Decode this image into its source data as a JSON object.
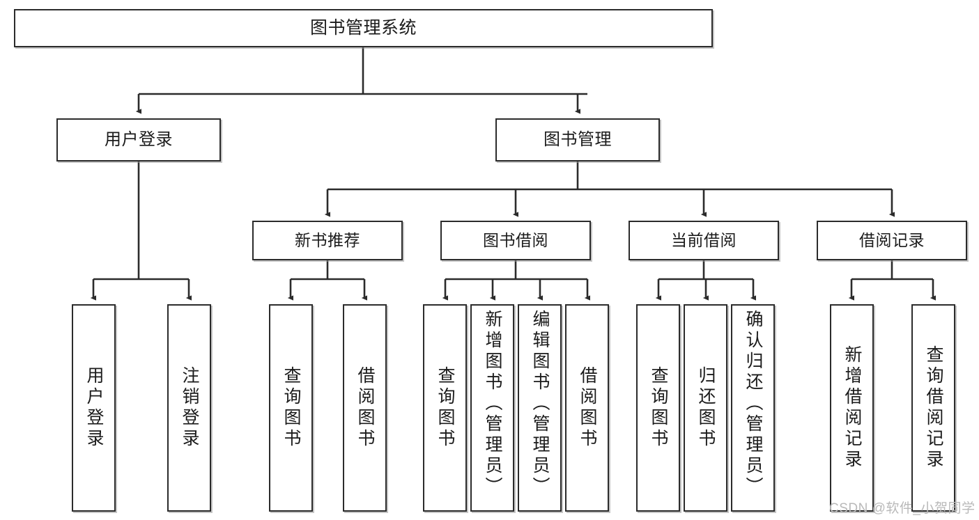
{
  "diagram": {
    "title": "图书管理系统",
    "type": "tree-hierarchy-chart",
    "watermark": "CSDN @软件_小贺同学",
    "colors": {
      "box_border": "#2b2b2b",
      "box_fill": "#ffffff",
      "connector": "#2b2b2b",
      "text": "#1b1b1b",
      "watermark": "#b9b9b9",
      "background": "#ffffff"
    },
    "root": {
      "label": "图书管理系统"
    },
    "tier2": [
      {
        "label": "用户登录"
      },
      {
        "label": "图书管理"
      }
    ],
    "tier3": [
      {
        "label": "新书推荐"
      },
      {
        "label": "图书借阅"
      },
      {
        "label": "当前借阅"
      },
      {
        "label": "借阅记录"
      }
    ],
    "leaves": {
      "user_login": [
        {
          "label": "用户登录"
        },
        {
          "label": "注销登录"
        }
      ],
      "new_book_recommend": [
        {
          "label": "查询图书"
        },
        {
          "label": "借阅图书"
        }
      ],
      "book_borrow": [
        {
          "label": "查询图书"
        },
        {
          "label": "新增图书（管理员）"
        },
        {
          "label": "编辑图书（管理员）"
        },
        {
          "label": "借阅图书"
        }
      ],
      "current_borrow": [
        {
          "label": "查询图书"
        },
        {
          "label": "归还图书"
        },
        {
          "label": "确认归还（管理员）"
        }
      ],
      "borrow_record": [
        {
          "label": "新增借阅记录"
        },
        {
          "label": "查询借阅记录"
        }
      ]
    }
  }
}
